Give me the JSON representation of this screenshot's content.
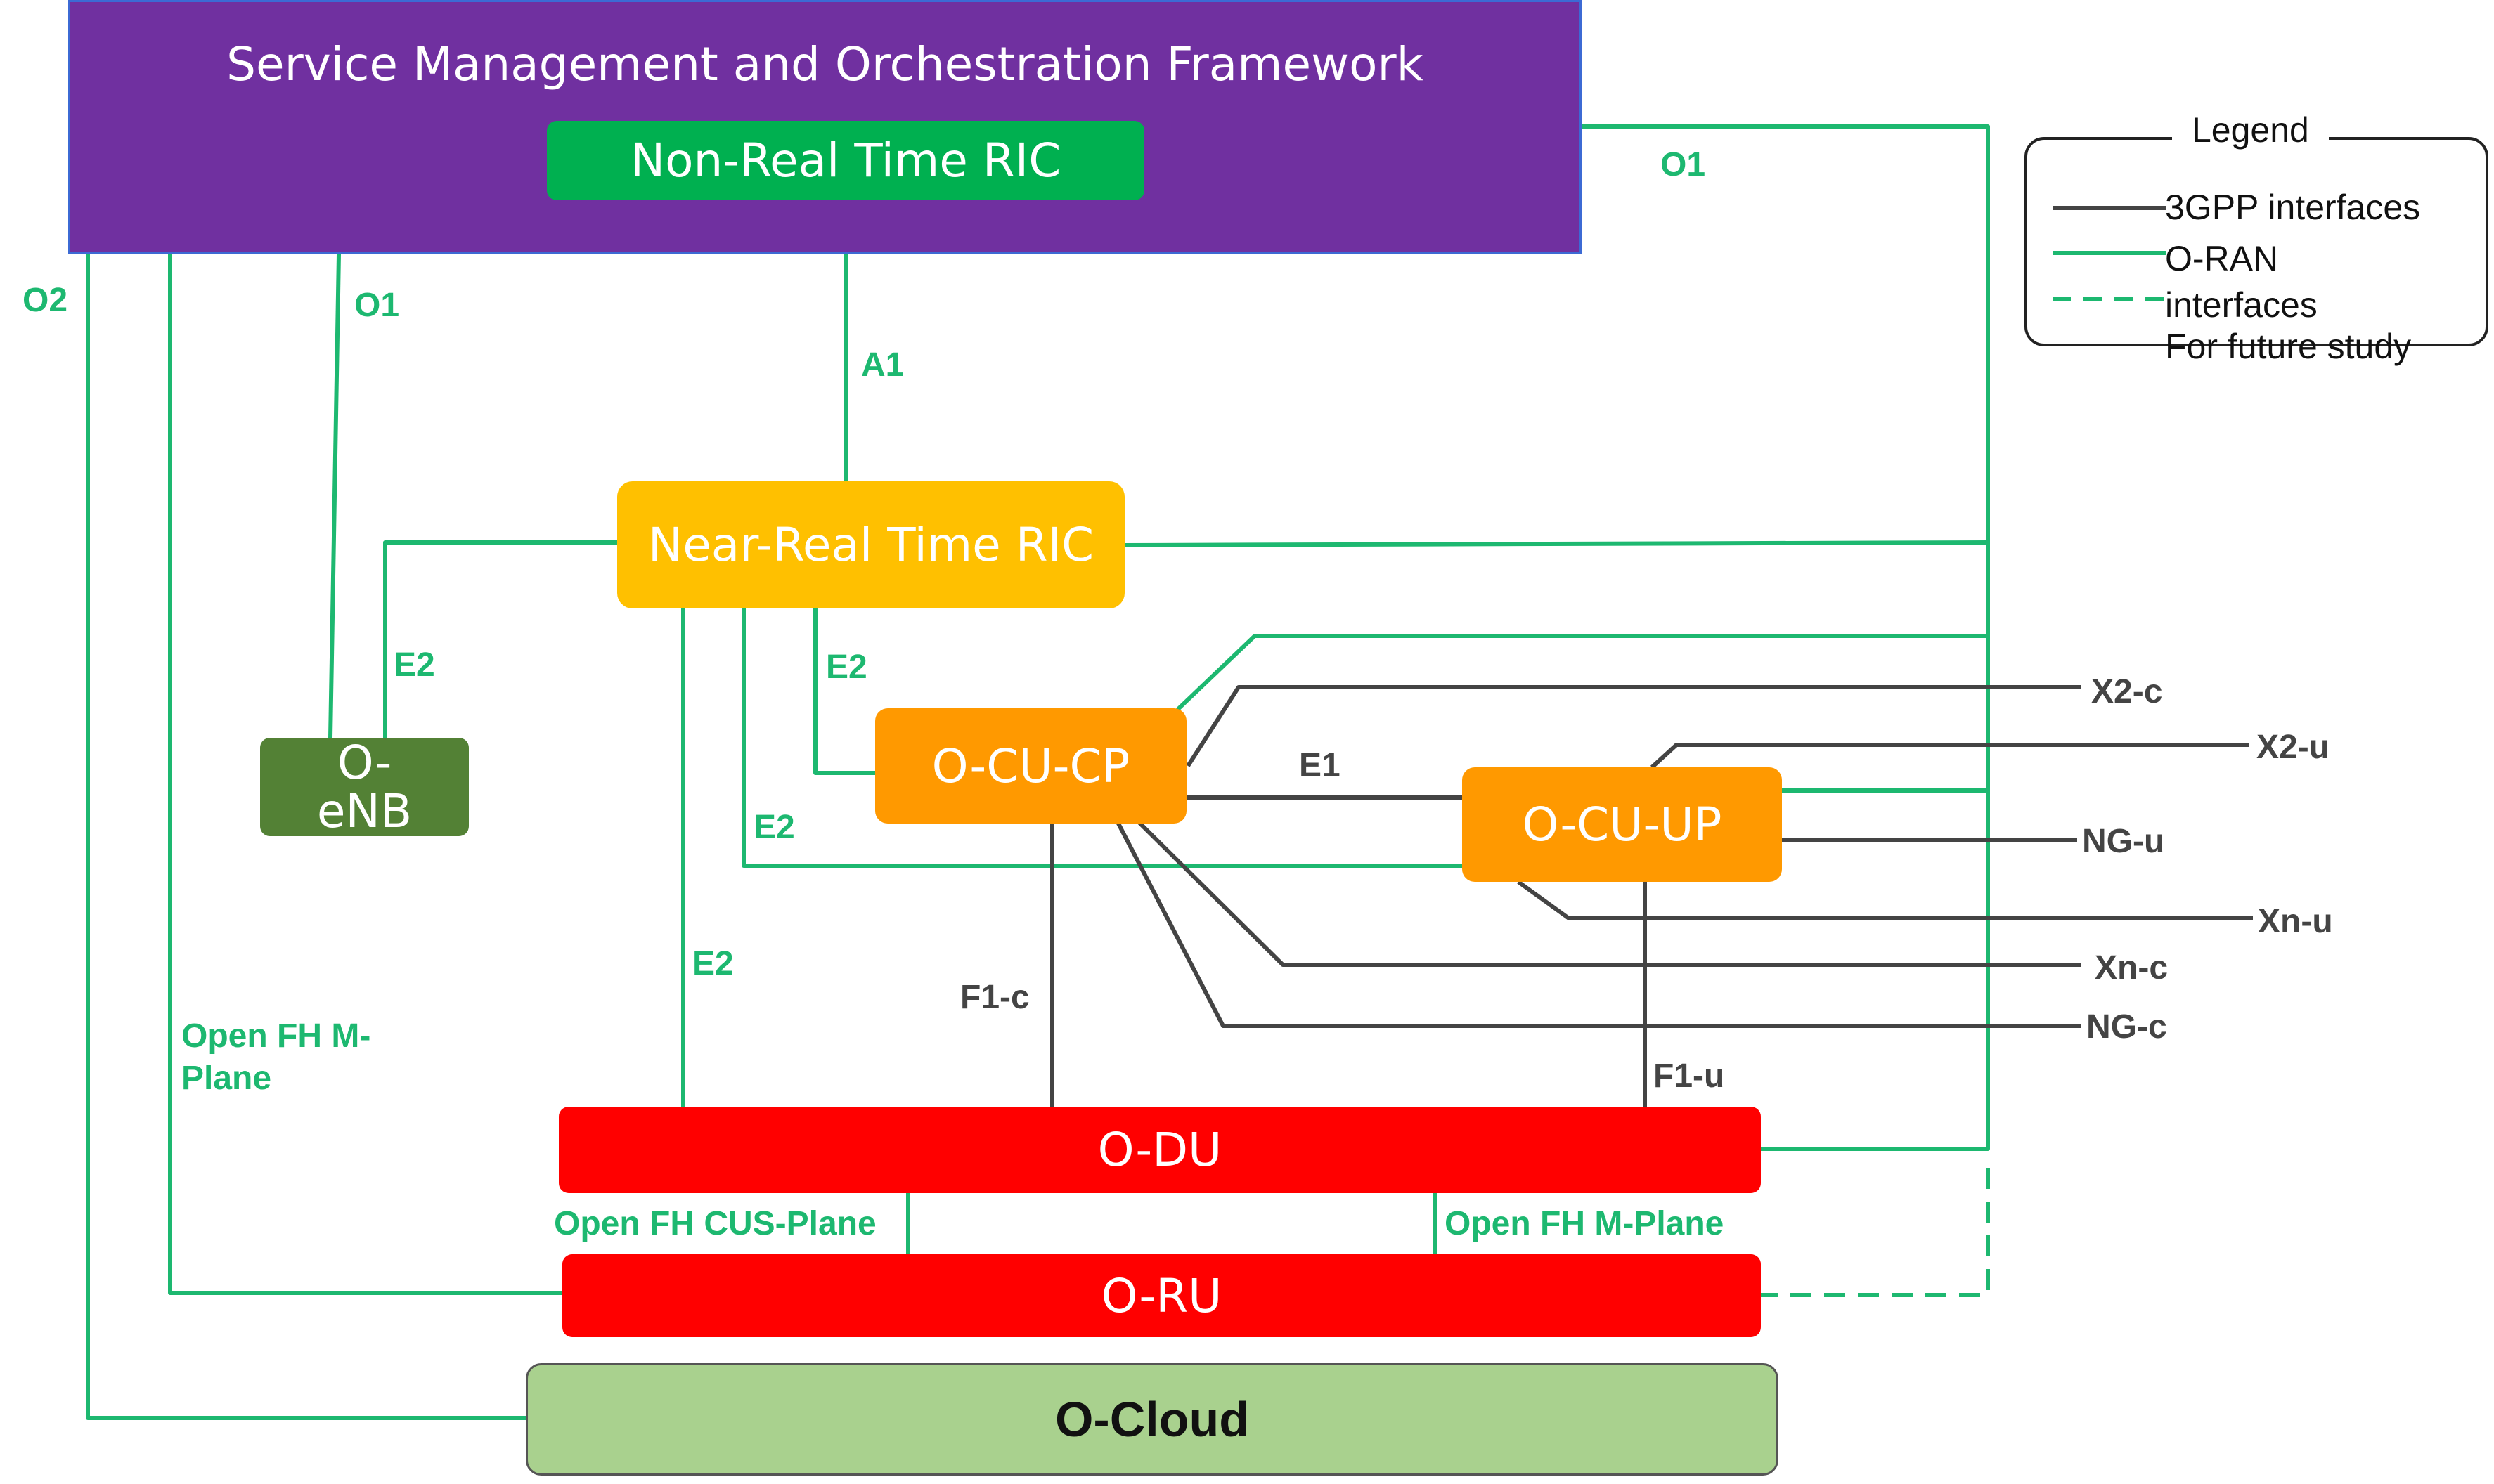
{
  "colors": {
    "oran": "#1db870",
    "gpp": "#444444",
    "smo": "#7030a0",
    "nonrt": "#00b050",
    "nearrt": "#ffc000",
    "ocu": "#ff9900",
    "red": "#ff0000",
    "oenb": "#538135",
    "ocloud": "#a9d18e"
  },
  "boxes": {
    "smo": "Service Management and Orchestration Framework",
    "nonrt": "Non-Real Time RIC",
    "nearrt": "Near-Real Time RIC",
    "oenb": "O-eNB",
    "ocucp": "O-CU-CP",
    "ocuup": "O-CU-UP",
    "odu": "O-DU",
    "oru": "O-RU",
    "ocloud": "O-Cloud"
  },
  "interfaces": {
    "o1_top": "O1",
    "o1_left": "O1",
    "o2": "O2",
    "a1": "A1",
    "e2_oenb": "E2",
    "e2_cp": "E2",
    "e2_up": "E2",
    "e2_du": "E2",
    "e1": "E1",
    "f1c": "F1-c",
    "f1u": "F1-u",
    "x2c": "X2-c",
    "x2u": "X2-u",
    "ngu": "NG-u",
    "xnu": "Xn-u",
    "xnc": "Xn-c",
    "ngc": "NG-c",
    "fh_m_left": "Open FH M-Plane",
    "fh_cus": "Open FH CUS-Plane",
    "fh_m_right": "Open FH M-Plane"
  },
  "legend": {
    "title": "Legend",
    "gpp": "3GPP interfaces",
    "oran": "O-RAN interfaces",
    "future": "For future study"
  }
}
